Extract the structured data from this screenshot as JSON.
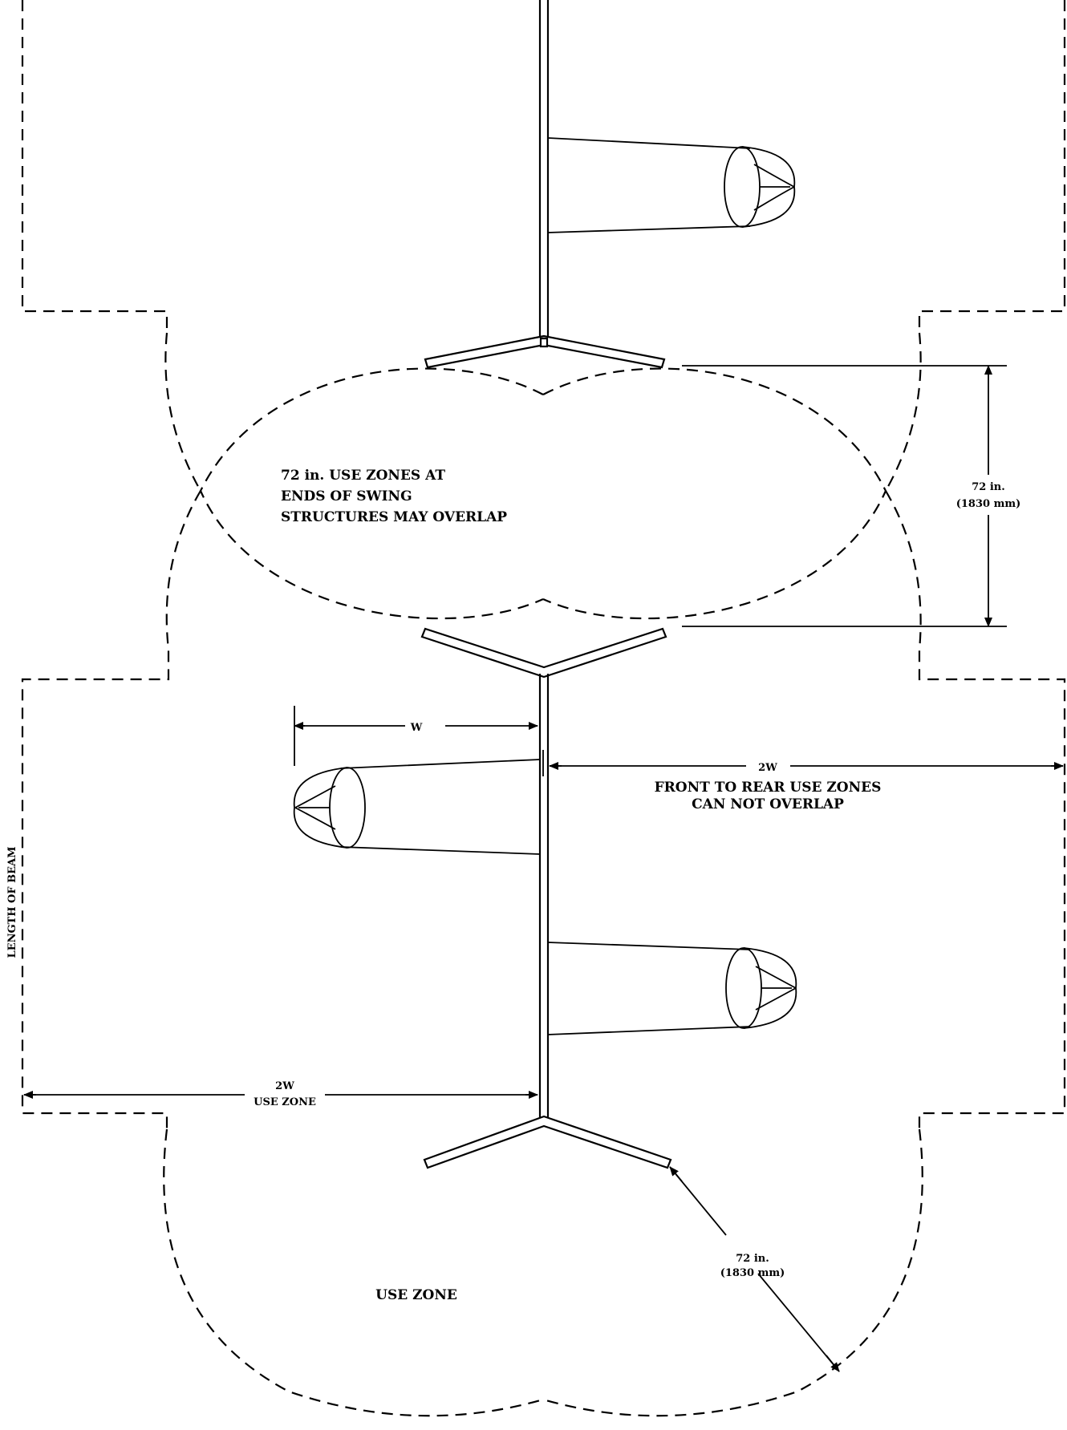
{
  "labels": {
    "overlap_line1": "72 in. USE ZONES AT",
    "overlap_line2": "ENDS OF SWING",
    "overlap_line3": "STRUCTURES MAY OVERLAP",
    "dim_right_1": "72 in.",
    "dim_right_2": "(1830 mm)",
    "w_label": "W",
    "front_rear_dim": "2W",
    "front_rear_1": "FRONT TO REAR USE ZONES",
    "front_rear_2": "CAN NOT OVERLAP",
    "beam_length": "LENGTH OF BEAM",
    "use_zone_dim": "2W",
    "use_zone_dim_label": "USE ZONE",
    "bottom_dim_1": "72 in.",
    "bottom_dim_2": "(1830 mm)",
    "use_zone": "USE ZONE"
  }
}
